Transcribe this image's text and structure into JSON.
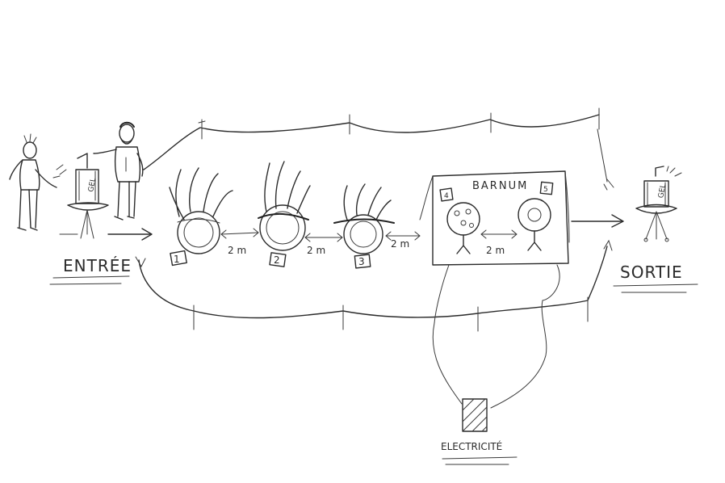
{
  "labels": {
    "entrance": "ENTRÉE",
    "exit": "SORTIE",
    "electricity": "ELECTRICITÉ",
    "barnum": "BARNUM",
    "gel": "GEL",
    "gel_exit": "GEL"
  },
  "stations": [
    {
      "number": "1"
    },
    {
      "number": "2"
    },
    {
      "number": "3"
    },
    {
      "number": "4"
    },
    {
      "number": "5"
    }
  ],
  "distances": [
    "2 m",
    "2 m",
    "2 m",
    "2 m"
  ]
}
